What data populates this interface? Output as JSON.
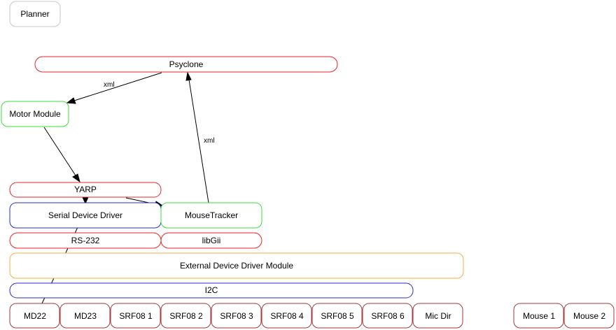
{
  "colors": {
    "red": "#e8262b",
    "green": "#38e038",
    "blue": "#2a2ad0",
    "orange": "#f2b040",
    "brown": "#a43a3a",
    "gray": "#c8c8c8",
    "arrow": "#000000"
  },
  "nodes": {
    "planner": {
      "label": "Planner",
      "color": "gray"
    },
    "psyclone": {
      "label": "Psyclone",
      "color": "red"
    },
    "motor": {
      "label": "Motor Module",
      "color": "green"
    },
    "yarp": {
      "label": "YARP",
      "color": "red"
    },
    "serial": {
      "label": "Serial Device Driver",
      "color": "blue"
    },
    "mousetracker": {
      "label": "MouseTracker",
      "color": "green"
    },
    "rs232": {
      "label": "RS-232",
      "color": "red"
    },
    "libgii": {
      "label": "libGii",
      "color": "red"
    },
    "external": {
      "label": "External Device Driver Module",
      "color": "orange"
    },
    "i2c": {
      "label": "I2C",
      "color": "blue"
    },
    "md22": {
      "label": "MD22",
      "color": "brown"
    },
    "md23": {
      "label": "MD23",
      "color": "brown"
    },
    "srf1": {
      "label": "SRF08 1",
      "color": "brown"
    },
    "srf2": {
      "label": "SRF08 2",
      "color": "brown"
    },
    "srf3": {
      "label": "SRF08 3",
      "color": "brown"
    },
    "srf4": {
      "label": "SRF08 4",
      "color": "brown"
    },
    "srf5": {
      "label": "SRF08 5",
      "color": "brown"
    },
    "srf6": {
      "label": "SRF08 6",
      "color": "brown"
    },
    "micdir": {
      "label": "Mic Dir",
      "color": "brown"
    },
    "mouse1": {
      "label": "Mouse 1",
      "color": "brown"
    },
    "mouse2": {
      "label": "Mouse 2",
      "color": "brown"
    }
  },
  "edges": {
    "psyclone_motor": {
      "from": "Psyclone",
      "to": "Motor Module",
      "label": "xml",
      "arrow": true
    },
    "mousetracker_psyclone": {
      "from": "MouseTracker",
      "to": "Psyclone",
      "label": "xml",
      "arrow": true
    },
    "motor_yarp": {
      "from": "Motor Module",
      "to": "YARP",
      "label": "",
      "arrow": true
    },
    "yarp_serial": {
      "from": "YARP",
      "to": "Serial Device Driver",
      "label": "",
      "arrow": true
    },
    "yarp_mousetracker": {
      "from": "YARP",
      "to": "MouseTracker",
      "label": "",
      "arrow": true
    },
    "serial_md22": {
      "from": "Serial Device Driver",
      "to": "MD22",
      "label": "",
      "arrow": false
    }
  }
}
